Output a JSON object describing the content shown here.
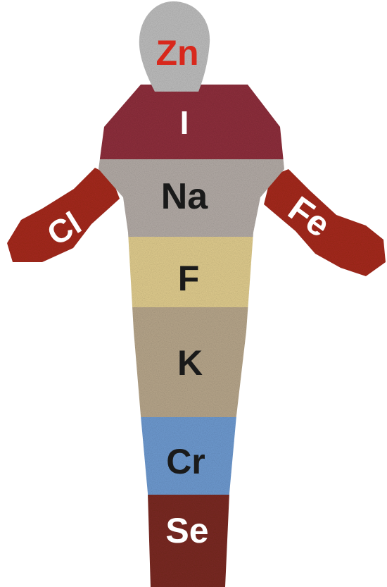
{
  "elements": {
    "zn": "Zn",
    "i": "I",
    "na": "Na",
    "cl": "Cl",
    "fe": "Fe",
    "f": "F",
    "k": "K",
    "cr": "Cr",
    "se": "Se"
  },
  "colors": {
    "zn_label": "#d8281c",
    "dark_label": "#1a1a1a",
    "light_label": "#ffffff",
    "head_texture": "#bdbdbd",
    "chest_texture": "#8e2f3c",
    "belly_texture": "#b3aba6",
    "arm_texture": "#a52a1c",
    "hip_texture": "#e0cc8e",
    "thigh_texture": "#b7a68b",
    "shin_texture": "#6e9ad0",
    "feet_texture": "#7a2a22"
  }
}
